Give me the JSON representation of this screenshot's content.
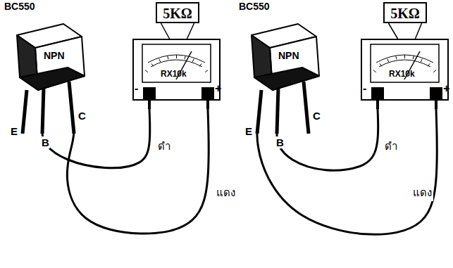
{
  "diagram": {
    "nodes": [
      {
        "text": [
          "BC550",
          "NPN"
        ]
      },
      {
        "text": [
          "5KΩ"
        ]
      },
      {
        "text": [
          "RX10k",
          "-",
          "+"
        ]
      },
      {
        "text": [
          "BC550",
          "NPN"
        ]
      },
      {
        "text": [
          "5KΩ"
        ]
      },
      {
        "text": [
          "RX10k",
          "-",
          "+"
        ]
      }
    ],
    "edges": [
      {
        "from": 1,
        "to": 2,
        "arrow": "none"
      },
      {
        "from": 1,
        "to": 2,
        "arrow": "none"
      },
      {
        "from": 2,
        "to": 0,
        "label": "ดำ",
        "arrow": "none"
      },
      {
        "from": 2,
        "to": 0,
        "label": "แดง",
        "arrow": "none"
      },
      {
        "from": 4,
        "to": 5,
        "arrow": "none"
      },
      {
        "from": 4,
        "to": 5,
        "arrow": "none"
      },
      {
        "from": 5,
        "to": 3,
        "label": "ดำ",
        "arrow": "none"
      },
      {
        "from": 5,
        "to": 3,
        "label": "แดง",
        "arrow": "none"
      }
    ],
    "labels": [
      "E",
      "B",
      "C",
      "E",
      "B",
      "C"
    ]
  }
}
